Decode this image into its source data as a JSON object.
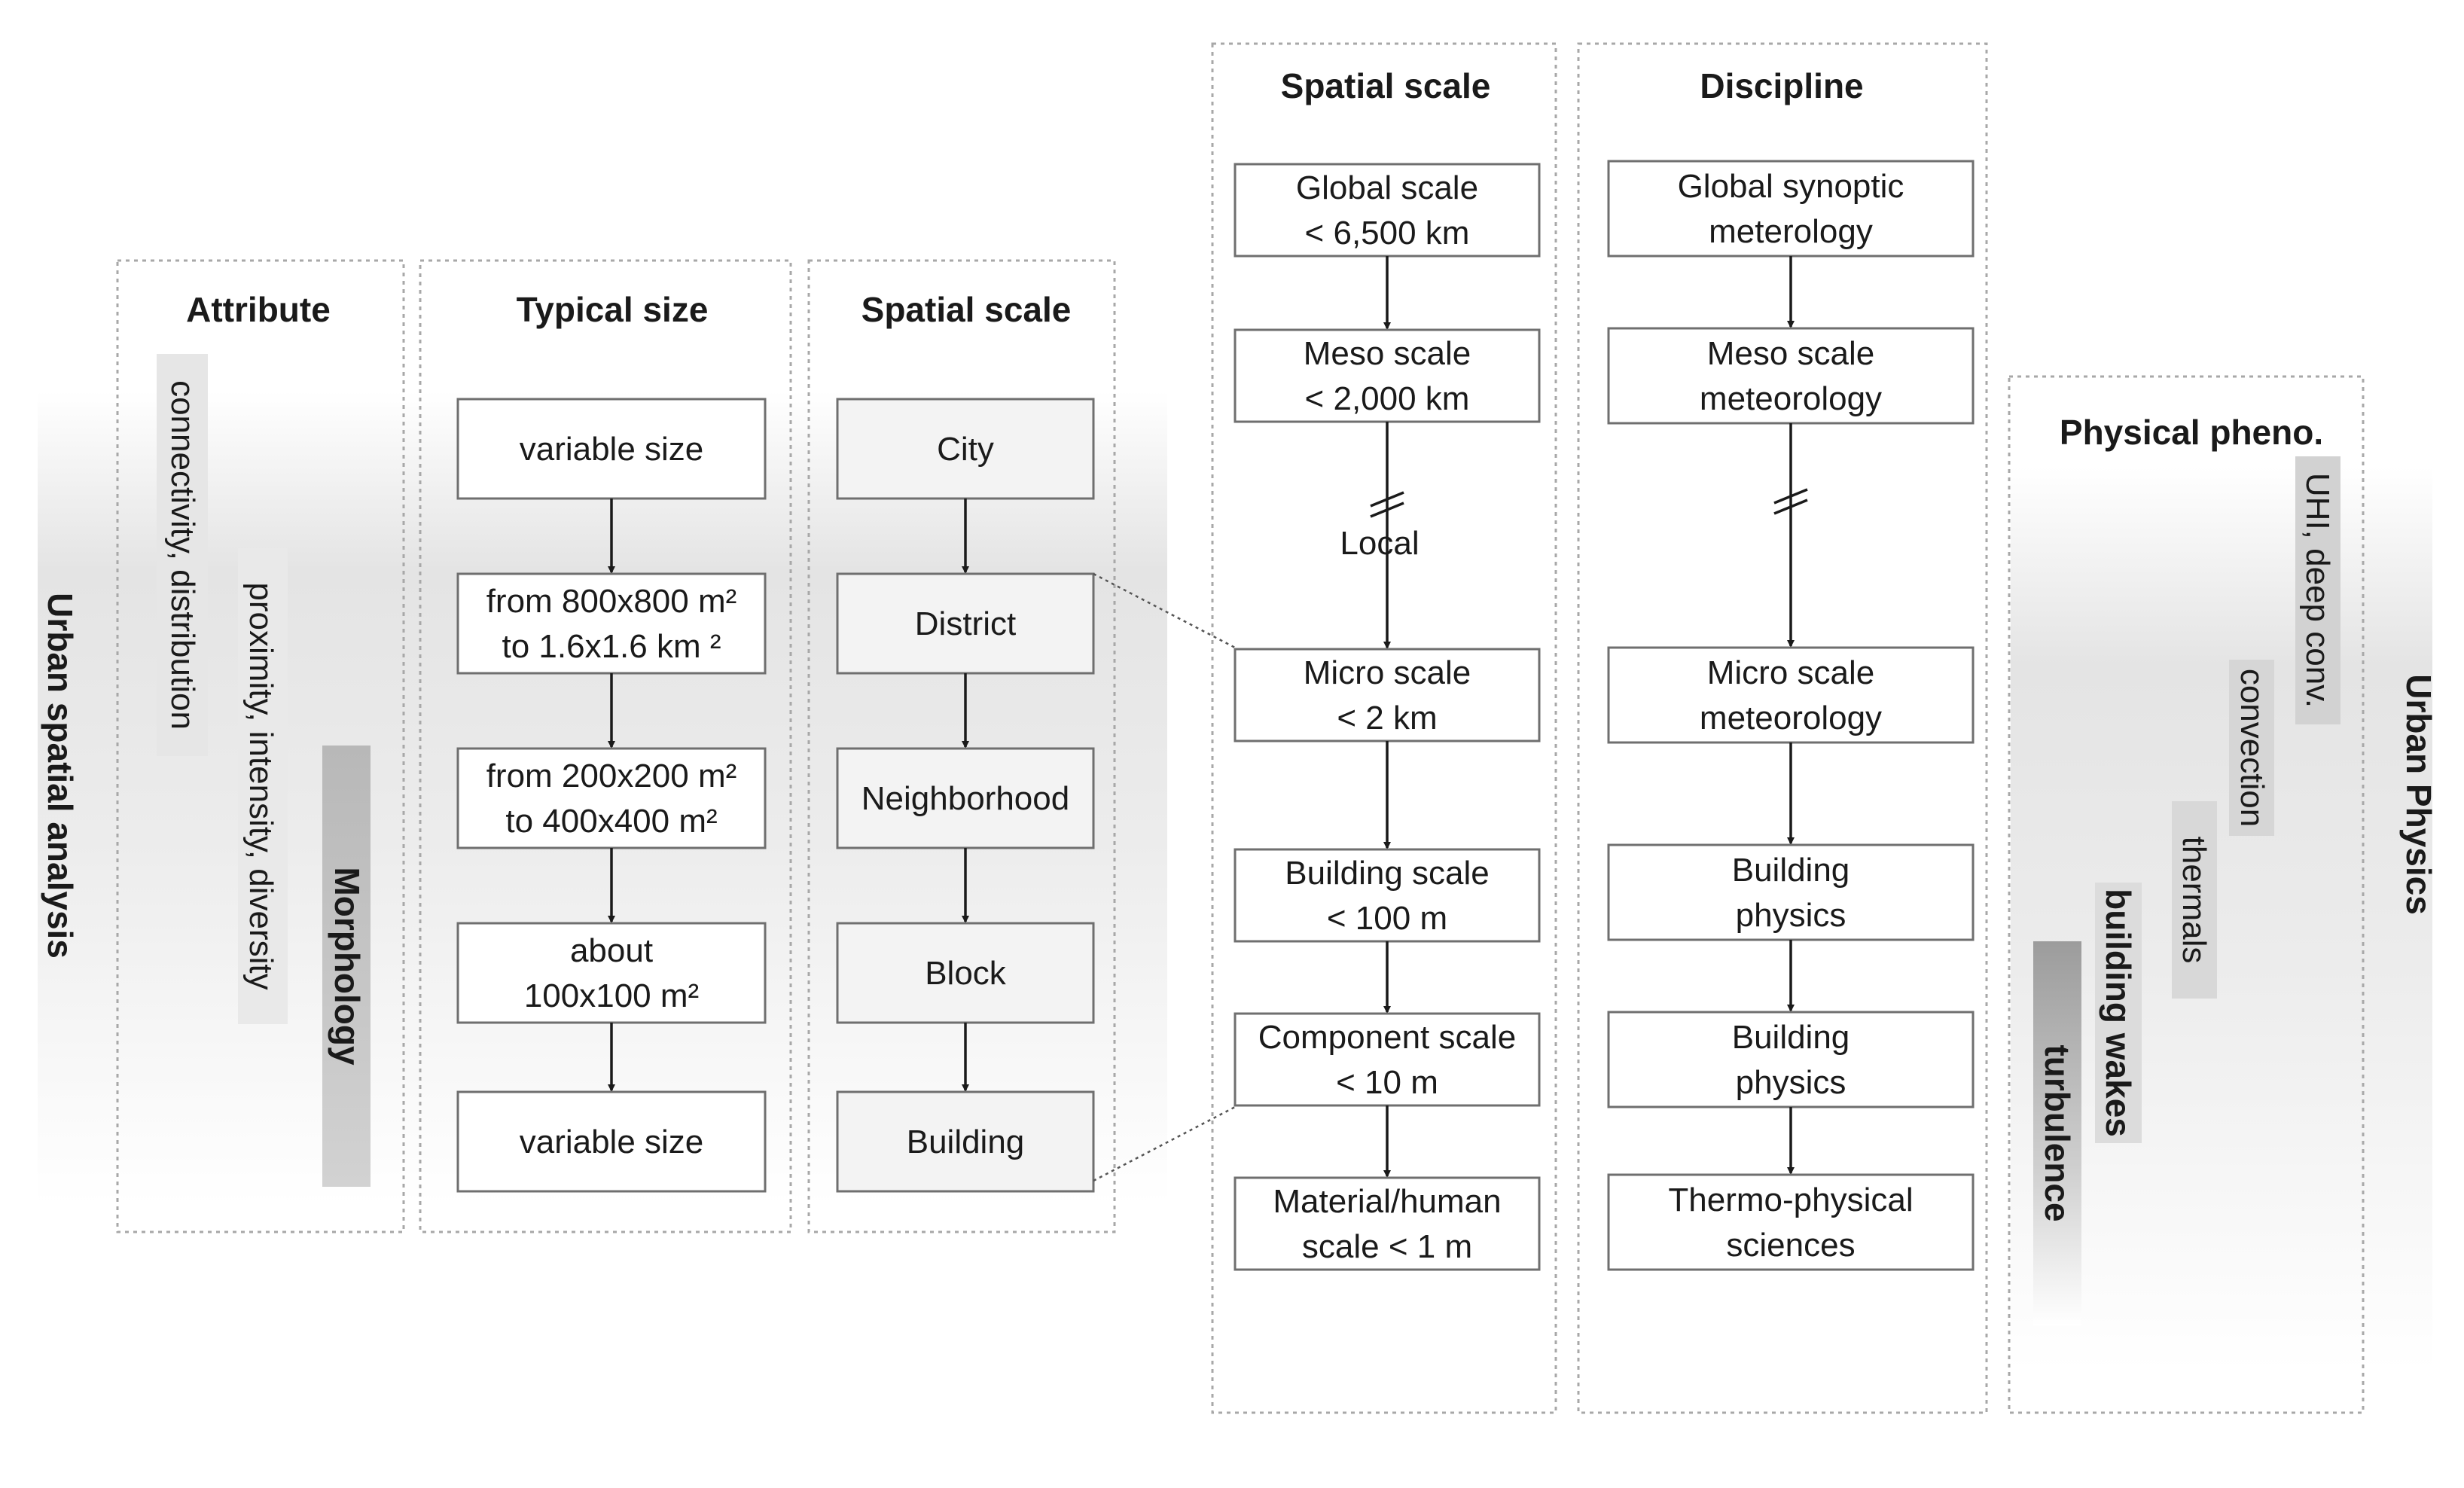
{
  "side_labels": {
    "left": "Urban spatial analysis",
    "right": "Urban Physics"
  },
  "attribute": {
    "header": "Attribute",
    "items": [
      "connectivity, distribution",
      "proximity, intensity, diversity",
      "Morphology"
    ]
  },
  "typical_size": {
    "header": "Typical size",
    "boxes": [
      [
        "variable size"
      ],
      [
        "from 800x800 m²",
        "to 1.6x1.6 km ²"
      ],
      [
        "from 200x200 m²",
        "to 400x400 m²"
      ],
      [
        "about",
        "100x100 m²"
      ],
      [
        "variable size"
      ]
    ]
  },
  "spatial_scale_left": {
    "header": "Spatial scale",
    "boxes": [
      "City",
      "District",
      "Neighborhood",
      "Block",
      "Building"
    ]
  },
  "spatial_scale_right": {
    "header": "Spatial scale",
    "break_label": "Local",
    "boxes": [
      [
        "Global scale",
        "< 6,500 km"
      ],
      [
        "Meso scale",
        "< 2,000 km"
      ],
      [
        "Micro scale",
        "< 2 km"
      ],
      [
        "Building scale",
        "< 100 m"
      ],
      [
        "Component scale",
        "< 10 m"
      ],
      [
        "Material/human",
        "scale < 1 m"
      ]
    ]
  },
  "discipline": {
    "header": "Discipline",
    "boxes": [
      [
        "Global synoptic",
        "meterology"
      ],
      [
        "Meso scale",
        "meteorology"
      ],
      [
        "Micro scale",
        "meteorology"
      ],
      [
        "Building",
        "physics"
      ],
      [
        "Building",
        "physics"
      ],
      [
        "Thermo-physical",
        "sciences"
      ]
    ]
  },
  "physical_pheno": {
    "header": "Physical pheno.",
    "items": [
      "UHI, deep conv.",
      "convection",
      "thermals",
      "building wakes",
      "turbulence"
    ]
  }
}
